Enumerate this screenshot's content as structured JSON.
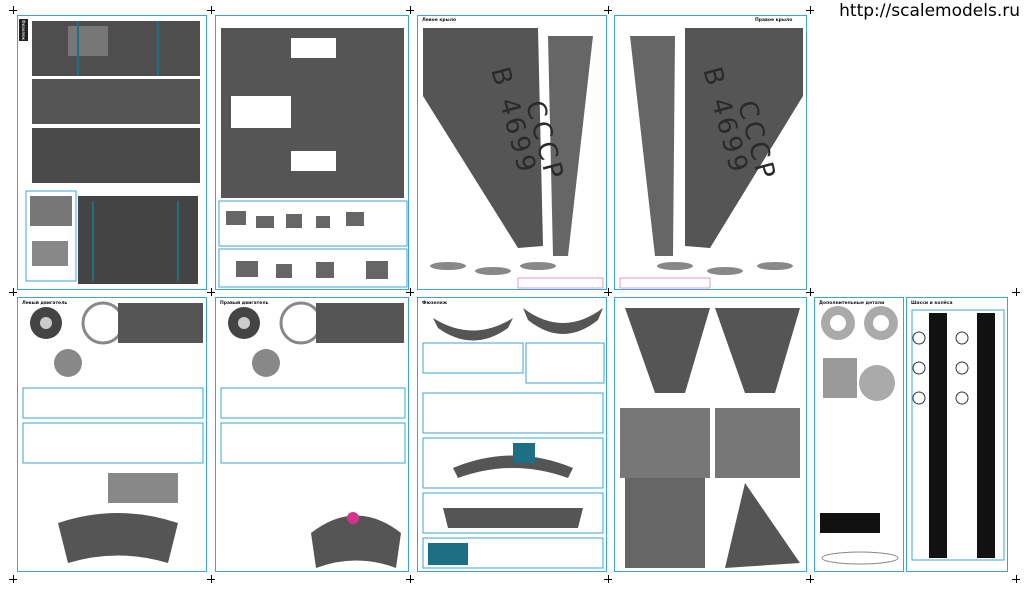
{
  "watermark": "http://scalemodels.ru",
  "colors": {
    "panel": "#5a5a5a",
    "panel_light": "#8a8a8a",
    "panel_dark": "#2e2e2e",
    "border": "#3aa6d8",
    "accent": "#d6328c",
    "teal": "#1d6f86"
  },
  "sheets": [
    {
      "title": "Фюзеляж"
    },
    {
      "title": ""
    },
    {
      "title": "Левое крыло",
      "registration": "В 4699",
      "country": "СССР"
    },
    {
      "title": "Правое крыло",
      "registration": "В 4699",
      "country": "СССР"
    },
    {
      "title": "Левый двигатель"
    },
    {
      "title": "Правый двигатель"
    },
    {
      "title": "Фюзеляж"
    },
    {
      "title": ""
    },
    {
      "title": "Дополнительные детали"
    },
    {
      "title": "Шасси и колёса"
    }
  ]
}
